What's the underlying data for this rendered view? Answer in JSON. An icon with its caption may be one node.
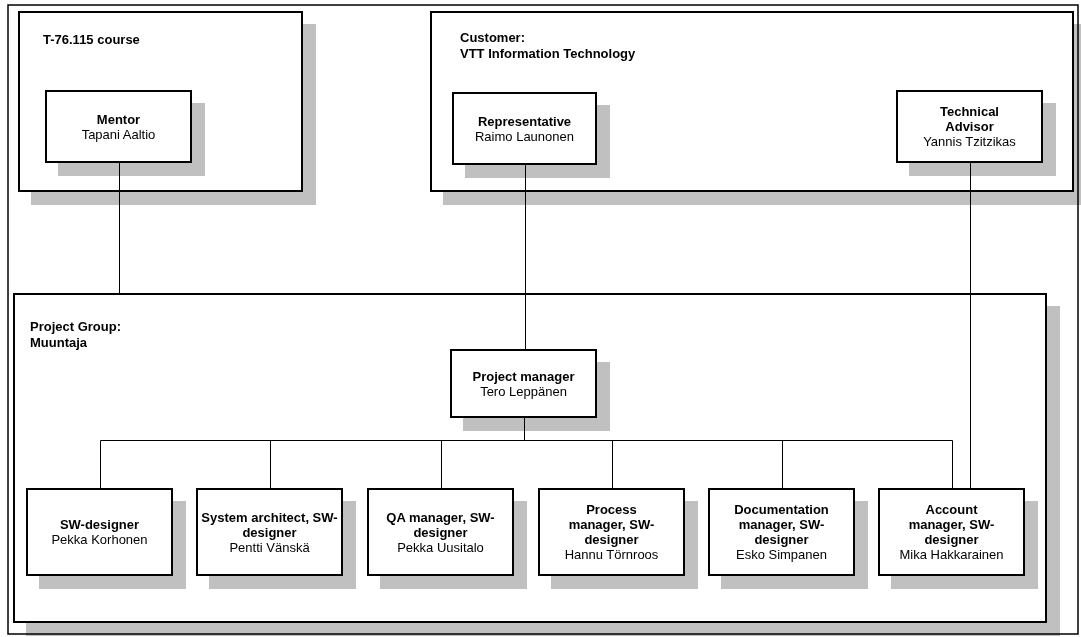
{
  "diagram": {
    "nodes": [
      {
        "text": [
          "T-76.115 course"
        ]
      },
      {
        "text": [
          "Mentor",
          "Tapani Aaltio"
        ],
        "in": 0
      },
      {
        "text": [
          "Customer:",
          "VTT Information Technology"
        ]
      },
      {
        "text": [
          "Representative",
          "Raimo Launonen"
        ],
        "in": 2
      },
      {
        "text": [
          "Technical Advisor",
          "Yannis Tzitzikas"
        ],
        "in": 2
      },
      {
        "text": [
          "Project Group:",
          "Muuntaja"
        ]
      },
      {
        "text": [
          "Project manager",
          "Tero Leppänen"
        ],
        "in": 5
      },
      {
        "text": [
          "SW-designer",
          "Pekka Korhonen"
        ],
        "in": 5
      },
      {
        "text": [
          "System architect, SW-designer",
          "Pentti Vänskä"
        ],
        "in": 5
      },
      {
        "text": [
          "QA manager, SW-designer",
          "Pekka Uusitalo"
        ],
        "in": 5
      },
      {
        "text": [
          "Process manager, SW-designer",
          "Hannu Törnroos"
        ],
        "in": 5
      },
      {
        "text": [
          "Documentation manager, SW-designer",
          "Esko Simpanen"
        ],
        "in": 5
      },
      {
        "text": [
          "Account manager, SW-designer",
          "Mika Hakkarainen"
        ],
        "in": 5
      }
    ],
    "edges": [
      {
        "from": 1,
        "to": 5,
        "arrow": "none"
      },
      {
        "from": 3,
        "to": 6,
        "arrow": "none"
      },
      {
        "from": 4,
        "to": 12,
        "arrow": "none"
      },
      {
        "from": 6,
        "to": 7,
        "arrow": "none"
      },
      {
        "from": 6,
        "to": 8,
        "arrow": "none"
      },
      {
        "from": 6,
        "to": 9,
        "arrow": "none"
      },
      {
        "from": 6,
        "to": 10,
        "arrow": "none"
      },
      {
        "from": 6,
        "to": 11,
        "arrow": "none"
      },
      {
        "from": 6,
        "to": 12,
        "arrow": "none"
      }
    ]
  }
}
